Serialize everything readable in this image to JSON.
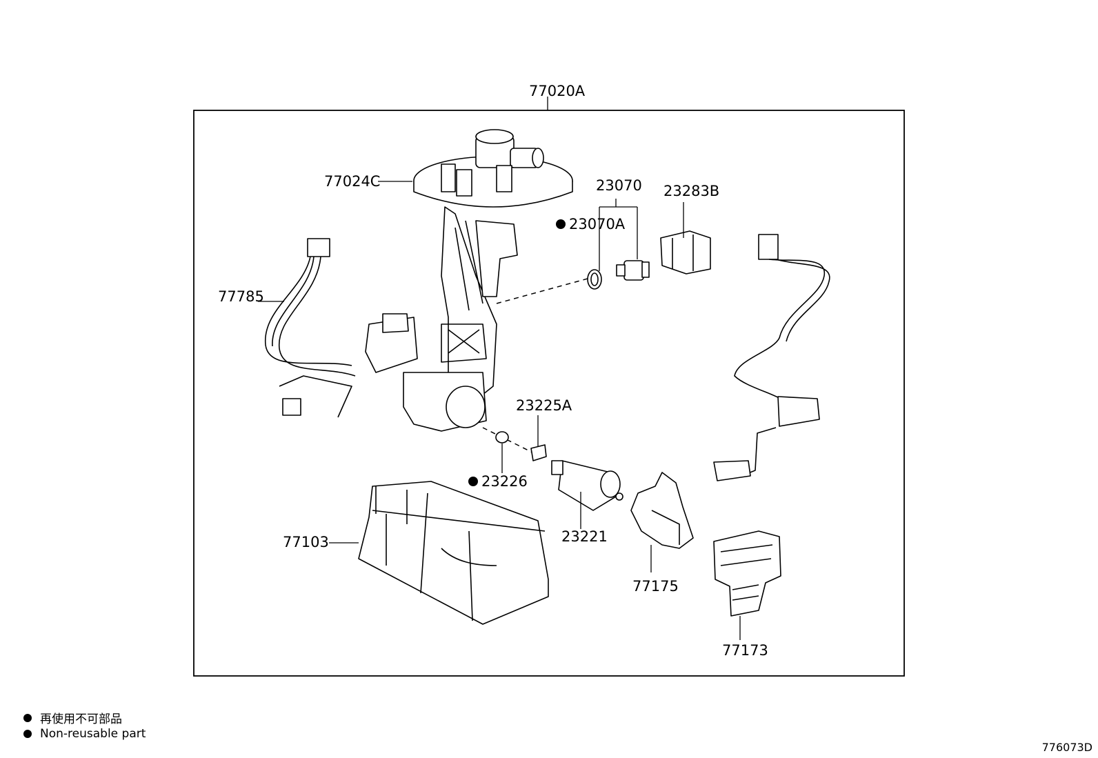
{
  "diagram": {
    "parts": [
      {
        "key": "p77020A",
        "number": "77020A"
      },
      {
        "key": "p77024C",
        "number": "77024C"
      },
      {
        "key": "p23070",
        "number": "23070"
      },
      {
        "key": "p23070A",
        "number": "23070A",
        "non_reusable": true
      },
      {
        "key": "p23283B",
        "number": "23283B"
      },
      {
        "key": "p77785",
        "number": "77785"
      },
      {
        "key": "p23225A",
        "number": "23225A"
      },
      {
        "key": "p23226",
        "number": "23226",
        "non_reusable": true
      },
      {
        "key": "p77103",
        "number": "77103"
      },
      {
        "key": "p23221",
        "number": "23221"
      },
      {
        "key": "p77175",
        "number": "77175"
      },
      {
        "key": "p77173",
        "number": "77173"
      }
    ]
  },
  "legend": {
    "items": [
      {
        "symbol": "●",
        "text": "再使用不可部品"
      },
      {
        "symbol": "●",
        "text": "Non-reusable part"
      }
    ]
  },
  "drawing_code": "776073D"
}
